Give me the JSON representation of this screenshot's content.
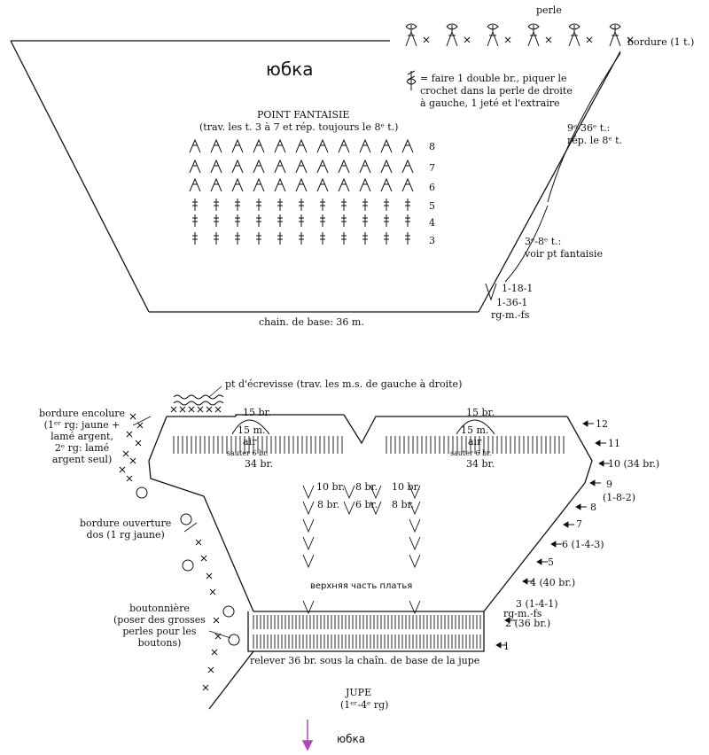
{
  "skirt": {
    "title_ru": "юбка",
    "pearl": "perle",
    "border": "bordure (1 t.)",
    "pearl_note": "= faire 1 double br., piquer le\ncrochet dans la perle de droite\nà gauche, 1 jeté et l'extraire",
    "pattern_title": "POINT FANTAISIE",
    "pattern_sub": "(trav. les t. 3 à 7 et rép. toujours le 8ᵉ t.)",
    "rows": [
      "8",
      "7",
      "6",
      "5",
      "4",
      "3"
    ],
    "rows_9_36": "9ᵉ-36ᵉ t.:\nrép. le 8ᵉ t.",
    "rows_3_8": "3ᵉ-8ᵉ t.:\nvoir pt fantaisie",
    "dec_1_18_1": "1-18-1",
    "dec_1_36_1": "1-36-1",
    "rg_m_fs": "rg-m.-fs",
    "base_chain": "chain. de base: 36 m."
  },
  "bodice": {
    "crab_stitch": "pt d'écrevisse (trav. les m.s. de gauche à droite)",
    "neck_border": "bordure encolure\n(1ᵉʳ rg: jaune +\nlamé argent,\n2ᵉ rg: lamé\nargent seul)",
    "back_opening": "bordure ouverture\ndos (1 rg jaune)",
    "buttonhole": "boutonnière\n(poser des grosses\nperles pour les\nboutons)",
    "left_15br": "15 br.",
    "left_15m": "15 m.",
    "left_air": "air",
    "left_skip": "sauter 6 br.",
    "left_34br": "34 br.",
    "right_15br": "15 br.",
    "right_15m": "15 m.",
    "right_air": "air",
    "right_skip": "sauter 6 br.",
    "right_34br": "34 br.",
    "center_row1": [
      "10 br.",
      "8 br.",
      "10 br."
    ],
    "center_row2": [
      "8 br.",
      "6 br.",
      "8 br."
    ],
    "title_ru": "верхняя часть платья",
    "row_labels": [
      "12",
      "11",
      "10 (34 br.)",
      "9",
      "(1-8-2)",
      "8",
      "7",
      "6 (1-4-3)",
      "5",
      "4 (40 br.)",
      "3 (1-4-1)",
      "rg-m.-fs",
      "2 (36 br.)",
      "1"
    ],
    "lift": "relever 36 br. sous la chaîn. de base de la jupe",
    "skirt_label": "JUPE",
    "skirt_rows": "(1ᵉʳ-4ᵉ rg)",
    "bottom_ru": "юбка"
  },
  "colors": {
    "ink": "#111111",
    "arrow": "#b04ab8"
  }
}
